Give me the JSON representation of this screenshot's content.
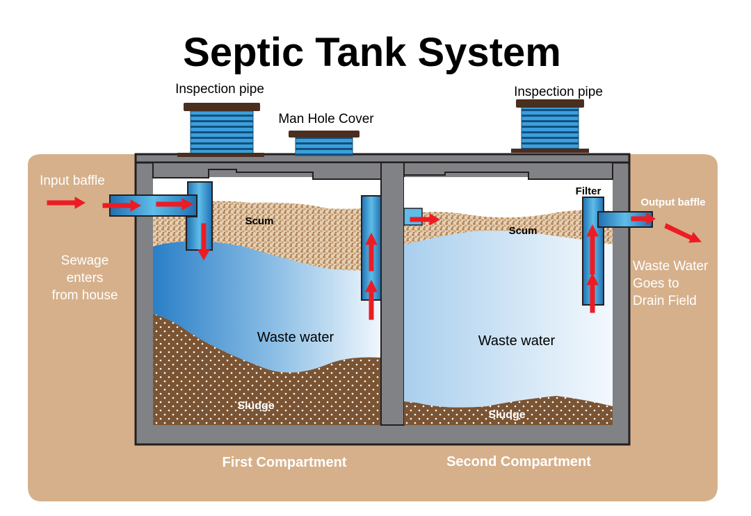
{
  "title": "Septic Tank System",
  "labels": {
    "inspection_pipe_left": "Inspection pipe",
    "inspection_pipe_right": "Inspection pipe",
    "man_hole_cover": "Man Hole Cover",
    "input_baffle": "Input baffle",
    "sewage_line1": "Sewage",
    "sewage_line2": "enters",
    "sewage_line3": "from house",
    "scum_1": "Scum",
    "scum_2": "Scum",
    "filter": "Filter",
    "output_baffle": "Output baffle",
    "waste_water_out_line1": "Waste Water",
    "waste_water_out_line2": "Goes to",
    "waste_water_out_line3": "Drain Field",
    "waste_water_1": "Waste water",
    "waste_water_2": "Waste water",
    "sludge_1": "Sludge",
    "sludge_2": "Sludge",
    "compartment_1": "First Compartment",
    "compartment_2": "Second Compartment"
  },
  "colors": {
    "soil": "#d6b08b",
    "tank_wall": "#808285",
    "tank_outline": "#231f20",
    "water_dark": "#2a7fc7",
    "water_light": "#e8f2fb",
    "scum": "#c9a27a",
    "sludge": "#7a5433",
    "pipe_blue": "#3aa0dc",
    "pipe_cap": "#4a2e20",
    "arrow": "#ed1c24"
  }
}
